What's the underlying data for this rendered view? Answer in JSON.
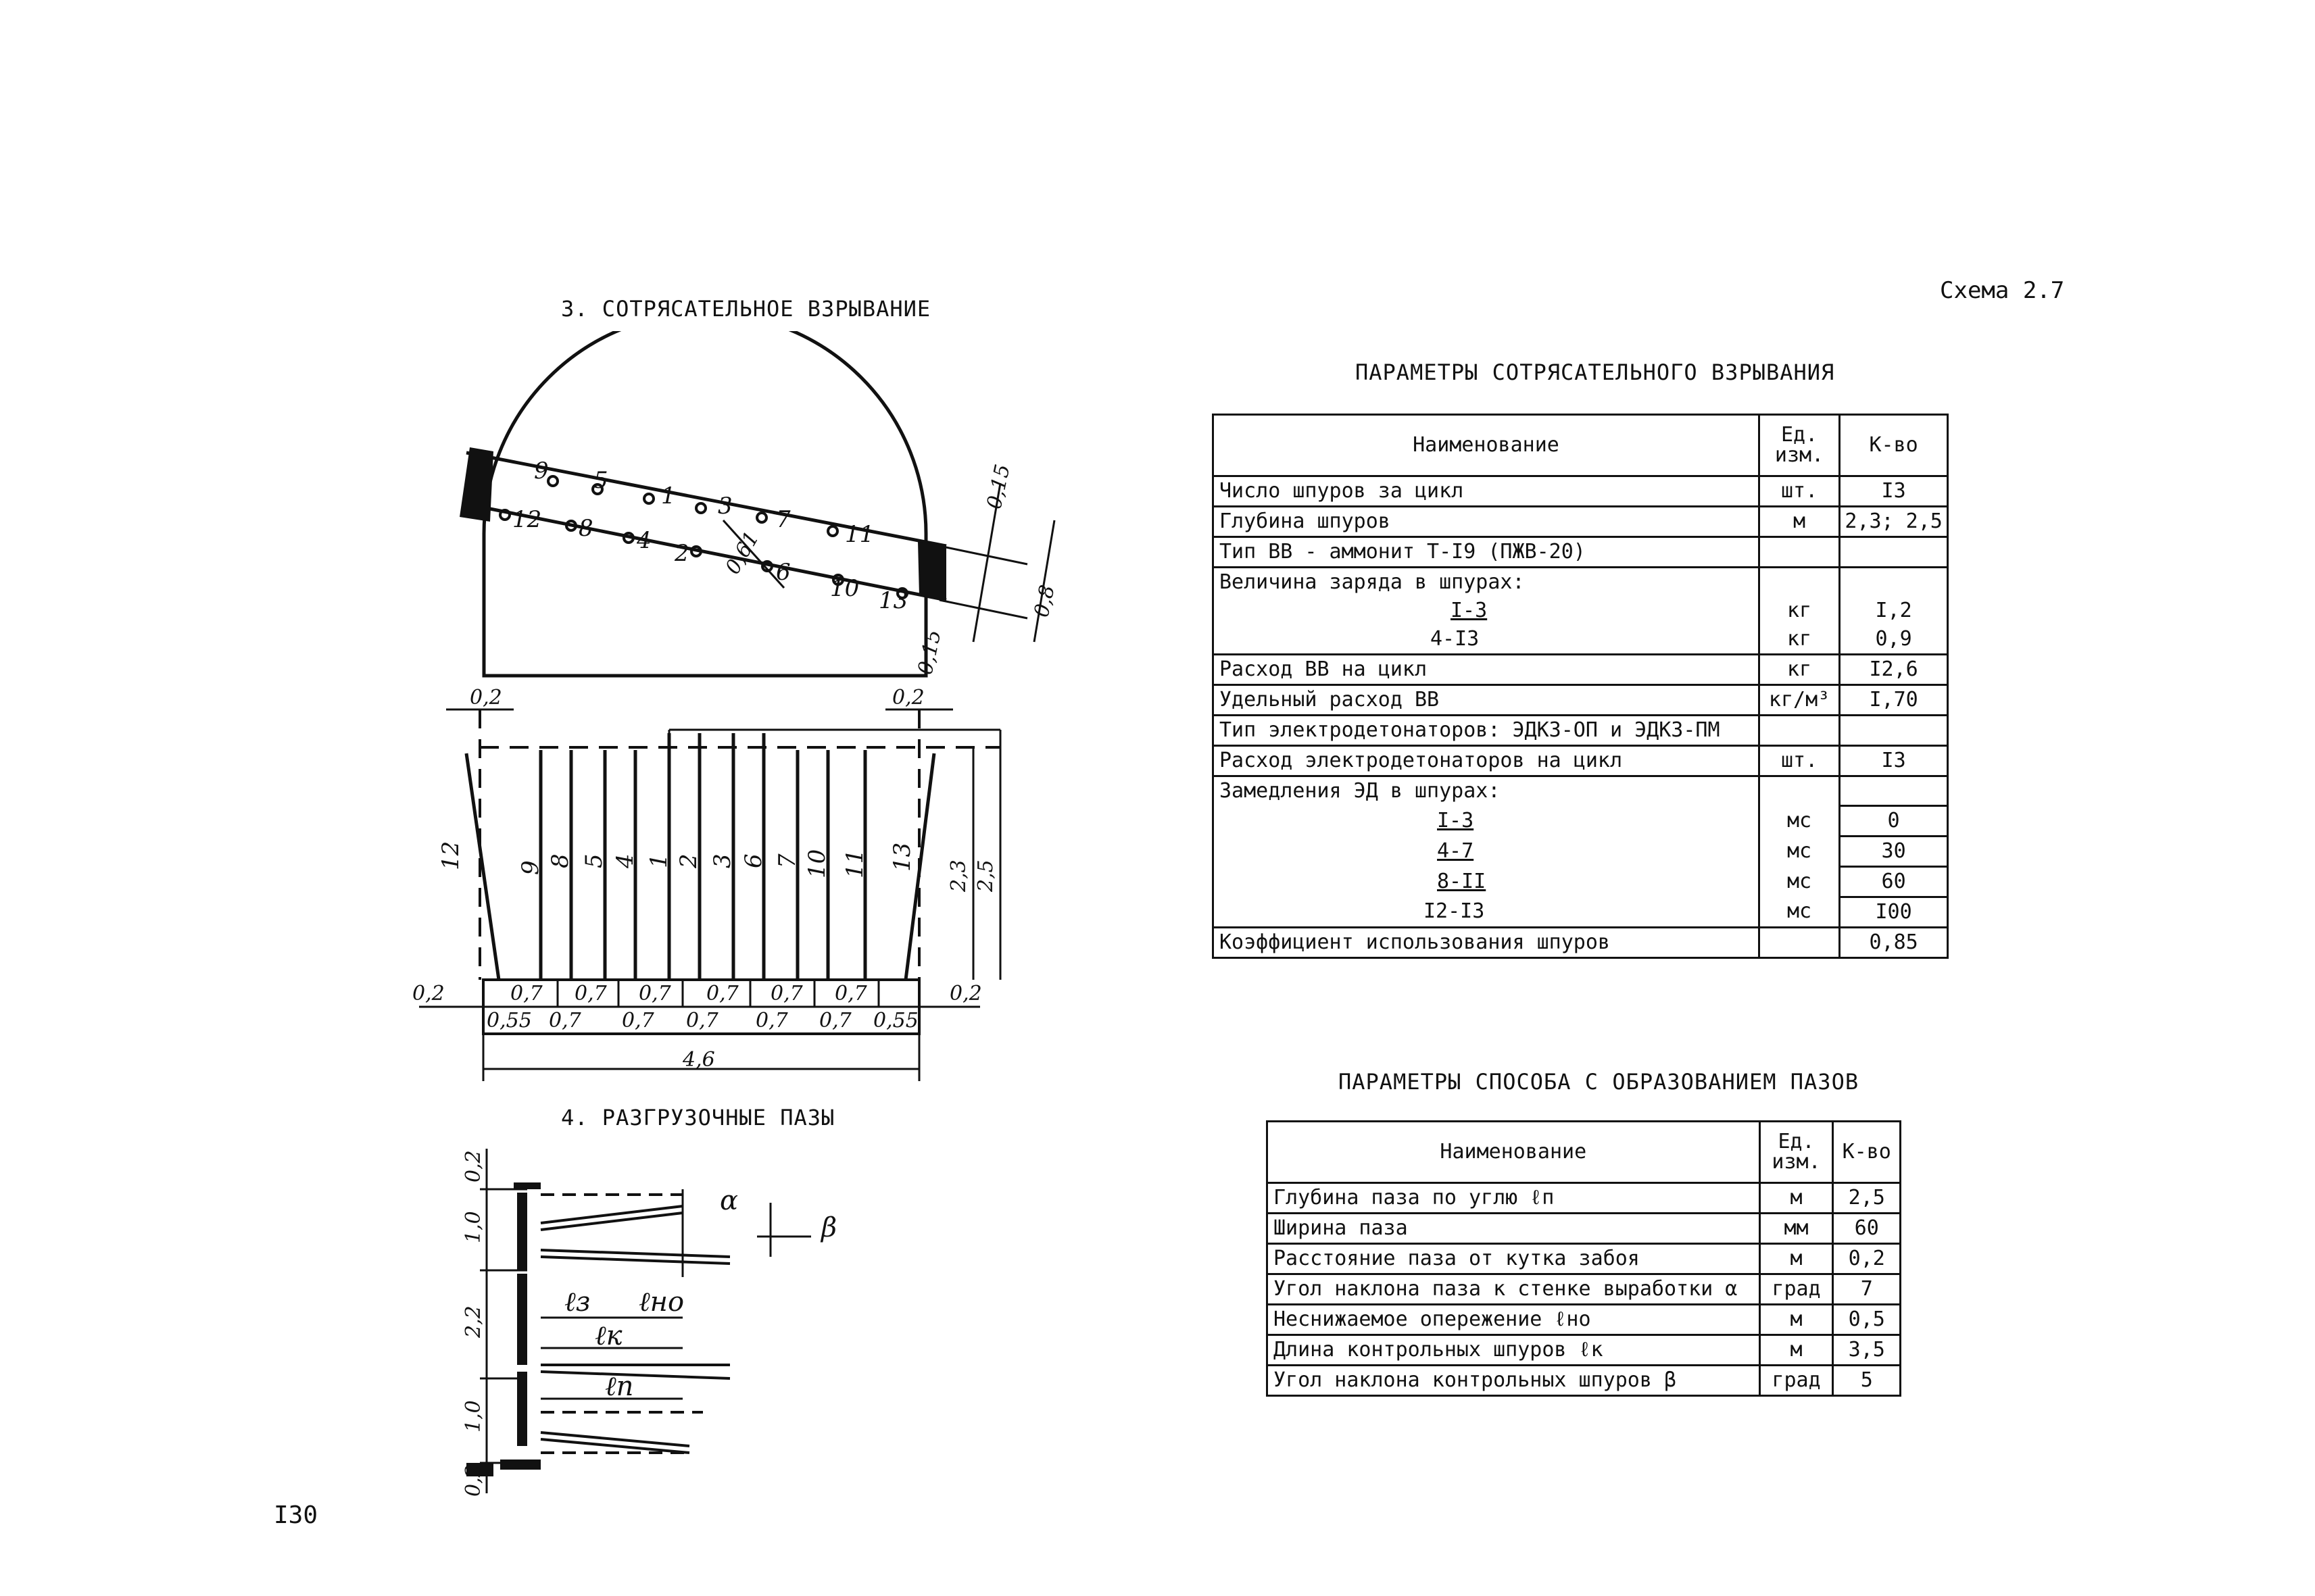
{
  "page": {
    "scheme_label": "Схема 2.7",
    "page_number": "I30"
  },
  "left": {
    "heading_3": "3. СОТРЯСАТЕЛЬНОЕ ВЗРЫВАНИЕ",
    "heading_4": "4. РАЗГРУЗОЧНЫЕ ПАЗЫ",
    "section_hole_labels": [
      "9",
      "5",
      "1",
      "3",
      "7",
      "11",
      "12",
      "8",
      "4",
      "2",
      "6",
      "10",
      "13"
    ],
    "section_dims": {
      "d1": "0,15",
      "d2": "0,61",
      "d3": "0,8",
      "d4": "0,15"
    },
    "plan_hole_labels": [
      "12",
      "9",
      "8",
      "5",
      "4",
      "1",
      "2",
      "3",
      "6",
      "7",
      "10",
      "11",
      "13"
    ],
    "plan_dims": {
      "top_left": "0,2",
      "top_right": "0,2",
      "side_left": "0,2",
      "side_right": "0,2",
      "depth_1": "2,3",
      "depth_2": "2,5",
      "row1": [
        "0,7",
        "0,7",
        "0,7",
        "0,7",
        "0,7",
        "0,7"
      ],
      "row2": [
        "0,55",
        "0,7",
        "0,7",
        "0,7",
        "0,7",
        "0,7",
        "0,55"
      ],
      "total": "4,6"
    },
    "slot_dims": {
      "vertical": [
        "0,2",
        "1,0",
        "2,2",
        "1,0",
        "0,2"
      ],
      "alpha": "α",
      "beta": "β",
      "l3": "ℓз",
      "lno": "ℓно",
      "lk": "ℓк",
      "ln": "ℓп"
    }
  },
  "table1": {
    "title": "ПАРАМЕТРЫ СОТРЯСАТЕЛЬНОГО ВЗРЫВАНИЯ",
    "headers": [
      "Наименование",
      "Ед.\nизм.",
      "К-во"
    ],
    "rows": [
      {
        "name": "Число шпуров за цикл",
        "unit": "шт.",
        "value": "I3"
      },
      {
        "name": "Глубина шпуров",
        "unit": "м",
        "value": "2,3; 2,5"
      },
      {
        "name": "Тип ВВ - аммонит Т-I9 (ПЖВ-20)",
        "unit": "",
        "value": ""
      },
      {
        "name": "Величина заряда в шпурах:",
        "unit": "",
        "value": ""
      },
      {
        "name": "I-3",
        "unit": "кг",
        "value": "I,2"
      },
      {
        "name": "4-I3",
        "unit": "кг",
        "value": "0,9"
      },
      {
        "name": "Расход ВВ на цикл",
        "unit": "кг",
        "value": "I2,6"
      },
      {
        "name": "Удельный расход ВВ",
        "unit": "кг/м³",
        "value": "I,70"
      },
      {
        "name": "Тип электродетонаторов: ЭДКЗ-ОП и ЭДКЗ-ПМ",
        "unit": "",
        "value": ""
      },
      {
        "name": "Расход электродетонаторов на цикл",
        "unit": "шт.",
        "value": "I3"
      },
      {
        "name": "Замедления ЭД в шпурах:",
        "unit": "",
        "value": ""
      },
      {
        "name": "I-3",
        "unit": "мс",
        "value": "0"
      },
      {
        "name": "4-7",
        "unit": "мс",
        "value": "30"
      },
      {
        "name": "8-II",
        "unit": "мс",
        "value": "60"
      },
      {
        "name": "I2-I3",
        "unit": "мс",
        "value": "I00"
      },
      {
        "name": "Коэффициент использования шпуров",
        "unit": "",
        "value": "0,85"
      }
    ]
  },
  "table2": {
    "title": "ПАРАМЕТРЫ СПОСОБА С ОБРАЗОВАНИЕМ ПАЗОВ",
    "headers": [
      "Наименование",
      "Ед.\nизм.",
      "К-во"
    ],
    "rows": [
      {
        "name": "Глубина паза по углю ℓп",
        "unit": "м",
        "value": "2,5"
      },
      {
        "name": "Ширина паза",
        "unit": "мм",
        "value": "60"
      },
      {
        "name": "Расстояние паза от кутка забоя",
        "unit": "м",
        "value": "0,2"
      },
      {
        "name": "Угол наклона паза к стенке выработки α",
        "unit": "град",
        "value": "7"
      },
      {
        "name": "Неснижаемое опережение ℓно",
        "unit": "м",
        "value": "0,5"
      },
      {
        "name": "Длина контрольных шпуров ℓк",
        "unit": "м",
        "value": "3,5"
      },
      {
        "name": "Угол наклона контрольных шпуров β",
        "unit": "град",
        "value": "5"
      }
    ]
  }
}
